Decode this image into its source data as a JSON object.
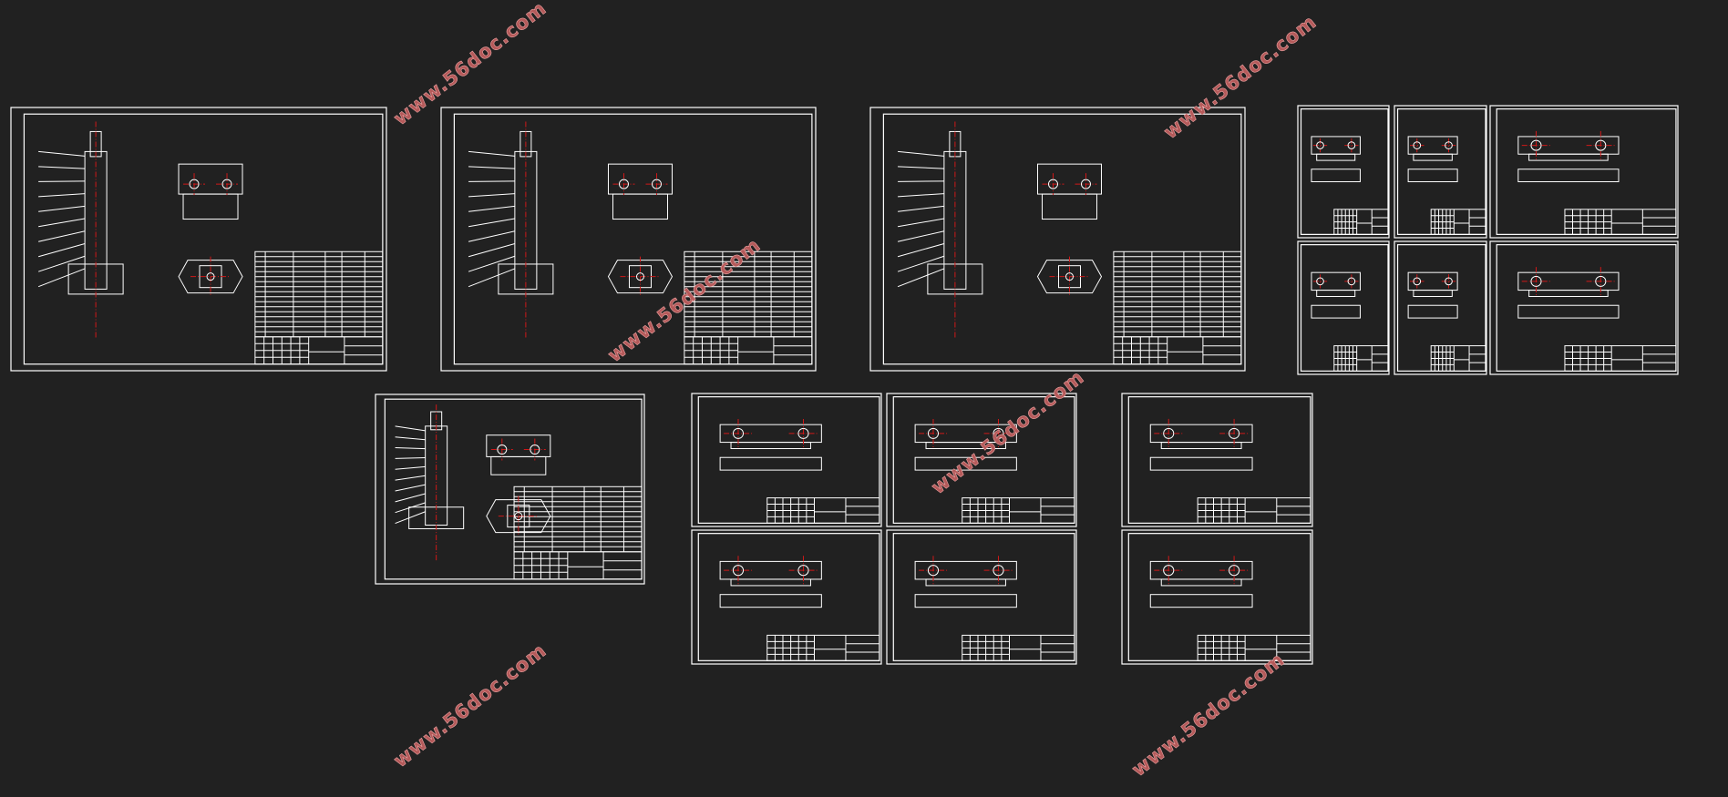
{
  "viewer": {
    "background": "#212121",
    "line_color": "#ffffff",
    "center_line_color": "#d01818"
  },
  "watermark": {
    "text": "www.56doc.com",
    "count": 6
  },
  "sheets": [
    {
      "id": "assembly-fixture",
      "kind": "assembly"
    },
    {
      "id": "assembly-valve",
      "kind": "assembly"
    },
    {
      "id": "assembly-fixture-2",
      "kind": "assembly"
    },
    {
      "id": "part-1",
      "kind": "part"
    },
    {
      "id": "part-2",
      "kind": "part"
    },
    {
      "id": "part-3",
      "kind": "part"
    },
    {
      "id": "part-4",
      "kind": "part"
    },
    {
      "id": "part-5",
      "kind": "part"
    },
    {
      "id": "part-6",
      "kind": "part"
    },
    {
      "id": "assembly-small",
      "kind": "assembly"
    },
    {
      "id": "part-7",
      "kind": "part"
    },
    {
      "id": "part-8",
      "kind": "part"
    },
    {
      "id": "part-9",
      "kind": "part"
    },
    {
      "id": "part-10",
      "kind": "part"
    },
    {
      "id": "part-11",
      "kind": "part"
    },
    {
      "id": "part-12",
      "kind": "part"
    }
  ]
}
